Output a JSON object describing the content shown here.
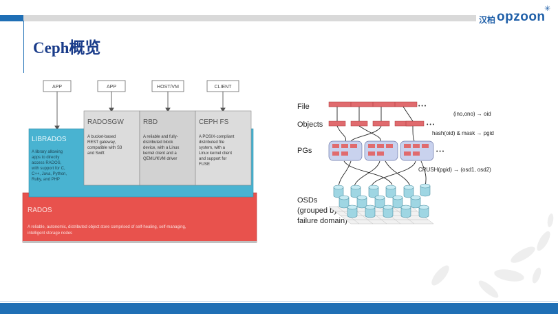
{
  "brand": {
    "cn": "汉柏",
    "en": "opzoon"
  },
  "title": "Ceph概览",
  "architecture": {
    "clients": [
      "APP",
      "APP",
      "HOST/VM",
      "CLIENT"
    ],
    "librados": {
      "name": "LIBRADOS",
      "desc": [
        "A library allowing",
        "apps to directly",
        "access RADOS,",
        "with support for C,",
        "C++, Java, Python,",
        "Ruby, and PHP"
      ]
    },
    "radosgw": {
      "name": "RADOSGW",
      "desc": [
        "A bucket-based",
        "REST gateway,",
        "compatible with S3",
        "and Swift"
      ]
    },
    "rbd": {
      "name": "RBD",
      "desc": [
        "A reliable and fully-",
        "distributed block",
        "device, with a Linux",
        "kernel client and a",
        "QEMU/KVM driver"
      ]
    },
    "cephfs": {
      "name": "CEPH FS",
      "desc": [
        "A POSIX-compliant",
        "distributed file",
        "system, with a",
        "Linux kernel client",
        "and support for",
        "FUSE"
      ]
    },
    "rados": {
      "name": "RADOS",
      "desc": [
        "A reliable, autonomic, distributed object store comprised of self-healing, self-managing,",
        "intelligent storage nodes"
      ]
    }
  },
  "mapping": {
    "file": "File",
    "objects": "Objects",
    "pgs": "PGs",
    "osds": [
      "OSDs",
      "(grouped by",
      "failure domain)"
    ],
    "ellipsis": "• • •",
    "f1": "(ino,ono) → oid",
    "f2": "hash(oid) & mask → pgid",
    "f3": "CRUSH(pgid) → (osd1, osd2)"
  },
  "colors": {
    "accent": "#1f6fb5",
    "title": "#1a3c8a",
    "librados": "#49b3d1",
    "rados": "#e8524d",
    "box_grey": "#d9d9d9",
    "object_red": "#e06b6e",
    "pg_fill": "#c9d2ee",
    "osd": "#9fd6e3"
  }
}
